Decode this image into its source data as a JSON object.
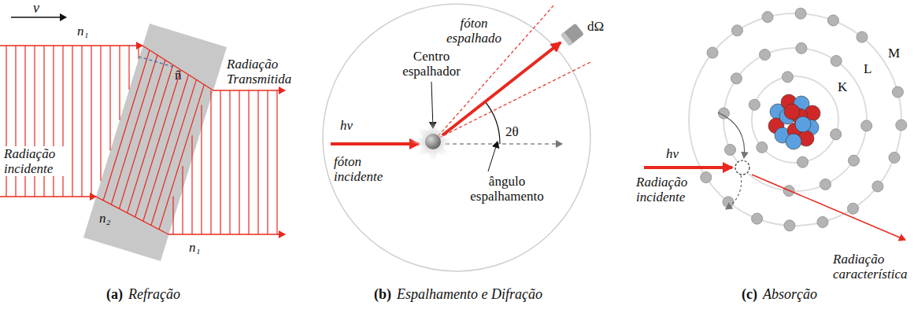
{
  "diagram": {
    "labels": [
      "v",
      "n₁",
      "n̂",
      "Radiação Transmitida",
      "Radiação incidente",
      "n₂",
      "n₁",
      "(a)",
      "Refração",
      "Centro espalhador",
      "fóton espalhado",
      "dΩ",
      "hν",
      "2θ",
      "fóton incidente",
      "ângulo espalhamento",
      "(b)",
      "Espalhamento e Difração",
      "M",
      "L",
      "K",
      "hν",
      "Radiação incidente",
      "Radiação característica",
      "(c)",
      "Absorção"
    ]
  }
}
